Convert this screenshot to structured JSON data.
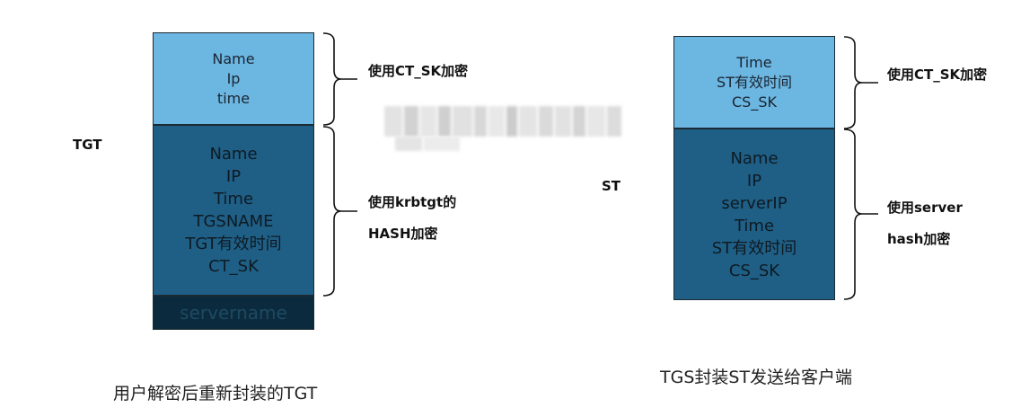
{
  "tgt": {
    "side_label": "TGT",
    "top_box": [
      "Name",
      "Ip",
      "time"
    ],
    "middle_box": [
      "Name",
      "IP",
      "Time",
      "TGSNAME",
      "TGT有效时间",
      "CT_SK"
    ],
    "bottom_box": "servername",
    "top_encryption": "使用CT_SK加密",
    "middle_encryption_line1": "使用krbtgt的",
    "middle_encryption_line2": "HASH加密",
    "caption": "用户解密后重新封装的TGT"
  },
  "st": {
    "side_label": "ST",
    "top_box": [
      "Time",
      "ST有效时间",
      "CS_SK"
    ],
    "bottom_box": [
      "Name",
      "IP",
      "serverIP",
      "Time",
      "ST有效时间",
      "CS_SK"
    ],
    "top_encryption": "使用CT_SK加密",
    "bottom_encryption_line1": "使用server",
    "bottom_encryption_line2": "hash加密",
    "caption": "TGS封装ST发送给客户端"
  },
  "colors": {
    "light_box": "#6cb6e2",
    "dark_box": "#1f5f86",
    "darkest_box": "#0c2a3d"
  }
}
